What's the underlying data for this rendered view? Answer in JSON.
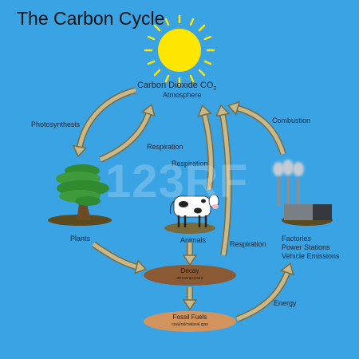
{
  "title": "The Carbon Cycle",
  "atmosphere": {
    "label": "Carbon Dioxide CO",
    "subscript": "2",
    "sublabel": "Atmosphere"
  },
  "nodes": {
    "plants": "Plants",
    "animals": "Animals",
    "factories": [
      "Factories",
      "Power Stations",
      "Vehicle Emissions"
    ],
    "decay": {
      "label": "Decay",
      "sublabel": "decomposers"
    },
    "fossil_fuels": {
      "label": "Fossil Fuels",
      "sublabel": "coal/oil/natural gas"
    }
  },
  "processes": {
    "photosynthesis": "Photosynthesis",
    "respiration_plants": "Respiration",
    "respiration_animals": "Respiration",
    "respiration_decay": "Respiration",
    "combustion": "Combustion",
    "energy": "Energy"
  },
  "watermark": "123RF",
  "colors": {
    "background": "#3aa3e3",
    "arrow_fill": "#c7b98c",
    "arrow_stroke": "#7a6a3e",
    "sun": "#ffe600",
    "decay_oval": "#8a5a34",
    "fossil_oval": "#d2935c",
    "tree": "#3f9a3b"
  },
  "icons": [
    "sun-icon",
    "tree-icon",
    "cow-icon",
    "factory-icon"
  ]
}
